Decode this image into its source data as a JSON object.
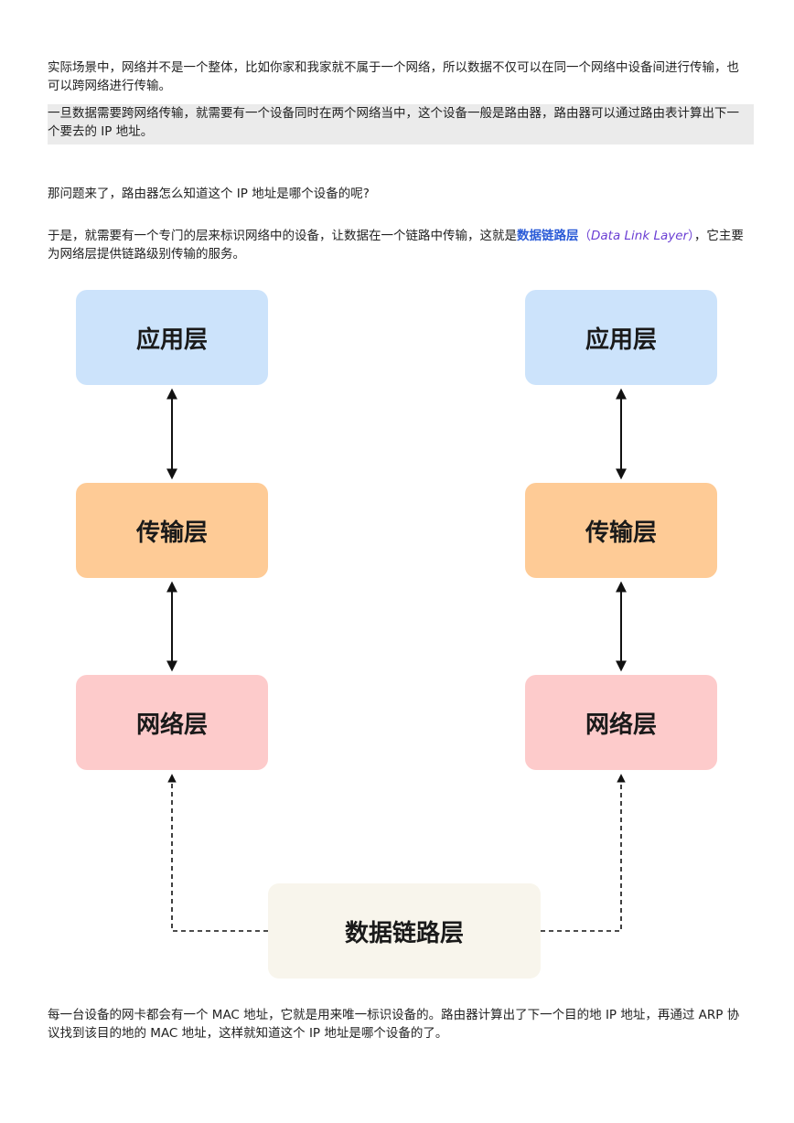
{
  "paragraphs": {
    "p1": "实际场景中，网络并不是一个整体，比如你家和我家就不属于一个网络，所以数据不仅可以在同一个网络中设备间进行传输，也可以跨网络进行传输。",
    "p2": "一旦数据需要跨网络传输，就需要有一个设备同时在两个网络当中，这个设备一般是路由器，路由器可以通过路由表计算出下一个要去的 IP 地址。",
    "p3": "那问题来了，路由器怎么知道这个 IP 地址是哪个设备的呢?",
    "p4_before": "于是，就需要有一个专门的层来标识网络中的设备，让数据在一个链路中传输，这就是",
    "p4_term": "数据链路层",
    "p4_open": "（",
    "p4_en": "Data Link Layer",
    "p4_close": "）",
    "p4_after": "，它主要为网络层提供链路级别传输的服务。",
    "p5": "每一台设备的网卡都会有一个 MAC 地址，它就是用来唯一标识设备的。路由器计算出了下一个目的地 IP 地址，再通过 ARP 协议找到该目的地的 MAC 地址，这样就知道这个 IP 地址是哪个设备的了。"
  },
  "diagram": {
    "left": {
      "app": "应用层",
      "transport": "传输层",
      "network": "网络层"
    },
    "right": {
      "app": "应用层",
      "transport": "传输层",
      "network": "网络层"
    },
    "datalink": "数据链路层",
    "colors": {
      "app": "#cce3fb",
      "transport": "#fecb96",
      "network": "#fdcbcb",
      "datalink": "#f8f5ec"
    }
  }
}
